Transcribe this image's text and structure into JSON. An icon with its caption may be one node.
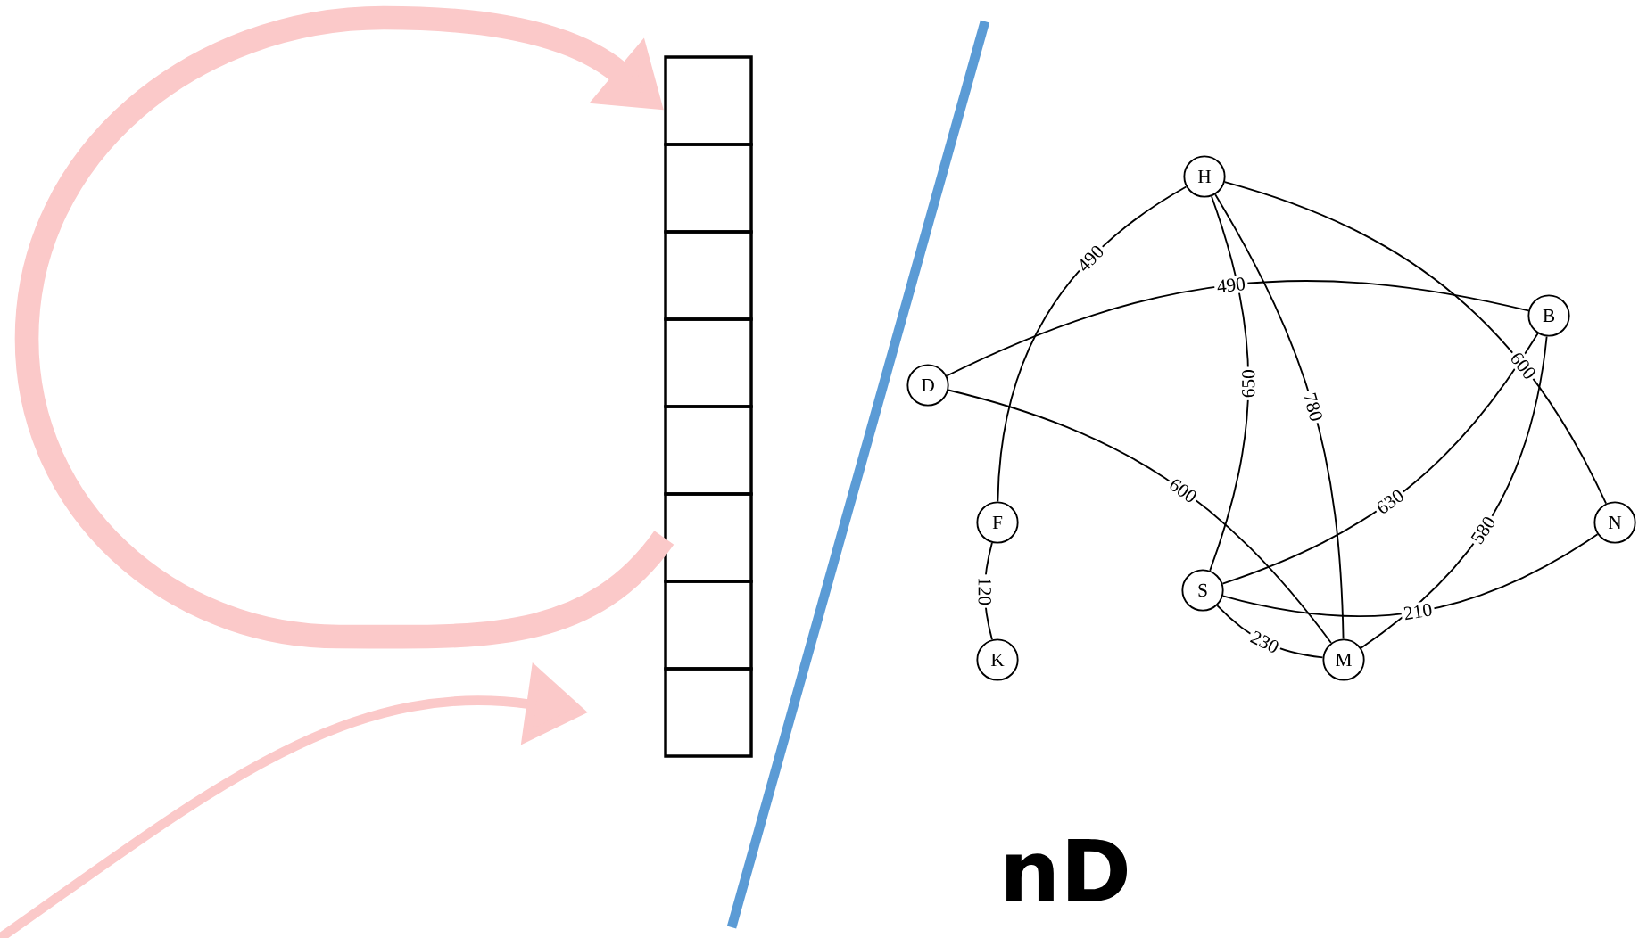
{
  "diagram": {
    "nodes": [
      {
        "text": [],
        "shape": "box"
      },
      {
        "text": [],
        "shape": "box"
      },
      {
        "text": [],
        "shape": "box"
      },
      {
        "text": [],
        "shape": "box"
      },
      {
        "text": [],
        "shape": "box"
      },
      {
        "text": [],
        "shape": "box"
      },
      {
        "text": [],
        "shape": "box"
      },
      {
        "text": [],
        "shape": "box"
      },
      {
        "text": [
          "H"
        ]
      },
      {
        "text": [
          "B"
        ]
      },
      {
        "text": [
          "D"
        ]
      },
      {
        "text": [
          "F"
        ]
      },
      {
        "text": [
          "N"
        ]
      },
      {
        "text": [
          "S"
        ]
      },
      {
        "text": [
          "K"
        ]
      },
      {
        "text": [
          "M"
        ]
      }
    ],
    "edges": [
      {
        "from": 5,
        "to": 0,
        "arrow": "to",
        "style": "thick",
        "color": "#fbc9c9"
      },
      {
        "from": null,
        "to": 7,
        "arrow": "to",
        "style": "thick",
        "color": "#fbc9c9"
      },
      {
        "from": 8,
        "to": 11,
        "arrow": "none",
        "label": "490"
      },
      {
        "from": 10,
        "to": 9,
        "arrow": "none",
        "label": "490"
      },
      {
        "from": 8,
        "to": 12,
        "arrow": "none",
        "label": "600"
      },
      {
        "from": 8,
        "to": 13,
        "arrow": "none",
        "label": "650"
      },
      {
        "from": 8,
        "to": 15,
        "arrow": "none",
        "label": "780"
      },
      {
        "from": 10,
        "to": 15,
        "arrow": "none",
        "label": "600"
      },
      {
        "from": 9,
        "to": 13,
        "arrow": "none",
        "label": "630"
      },
      {
        "from": 9,
        "to": 15,
        "arrow": "none",
        "label": "580"
      },
      {
        "from": 13,
        "to": 12,
        "arrow": "none",
        "label": "210"
      },
      {
        "from": 13,
        "to": 15,
        "arrow": "none",
        "label": "230"
      },
      {
        "from": 11,
        "to": 14,
        "arrow": "none",
        "label": "120"
      }
    ],
    "labels": [
      "nD"
    ]
  }
}
